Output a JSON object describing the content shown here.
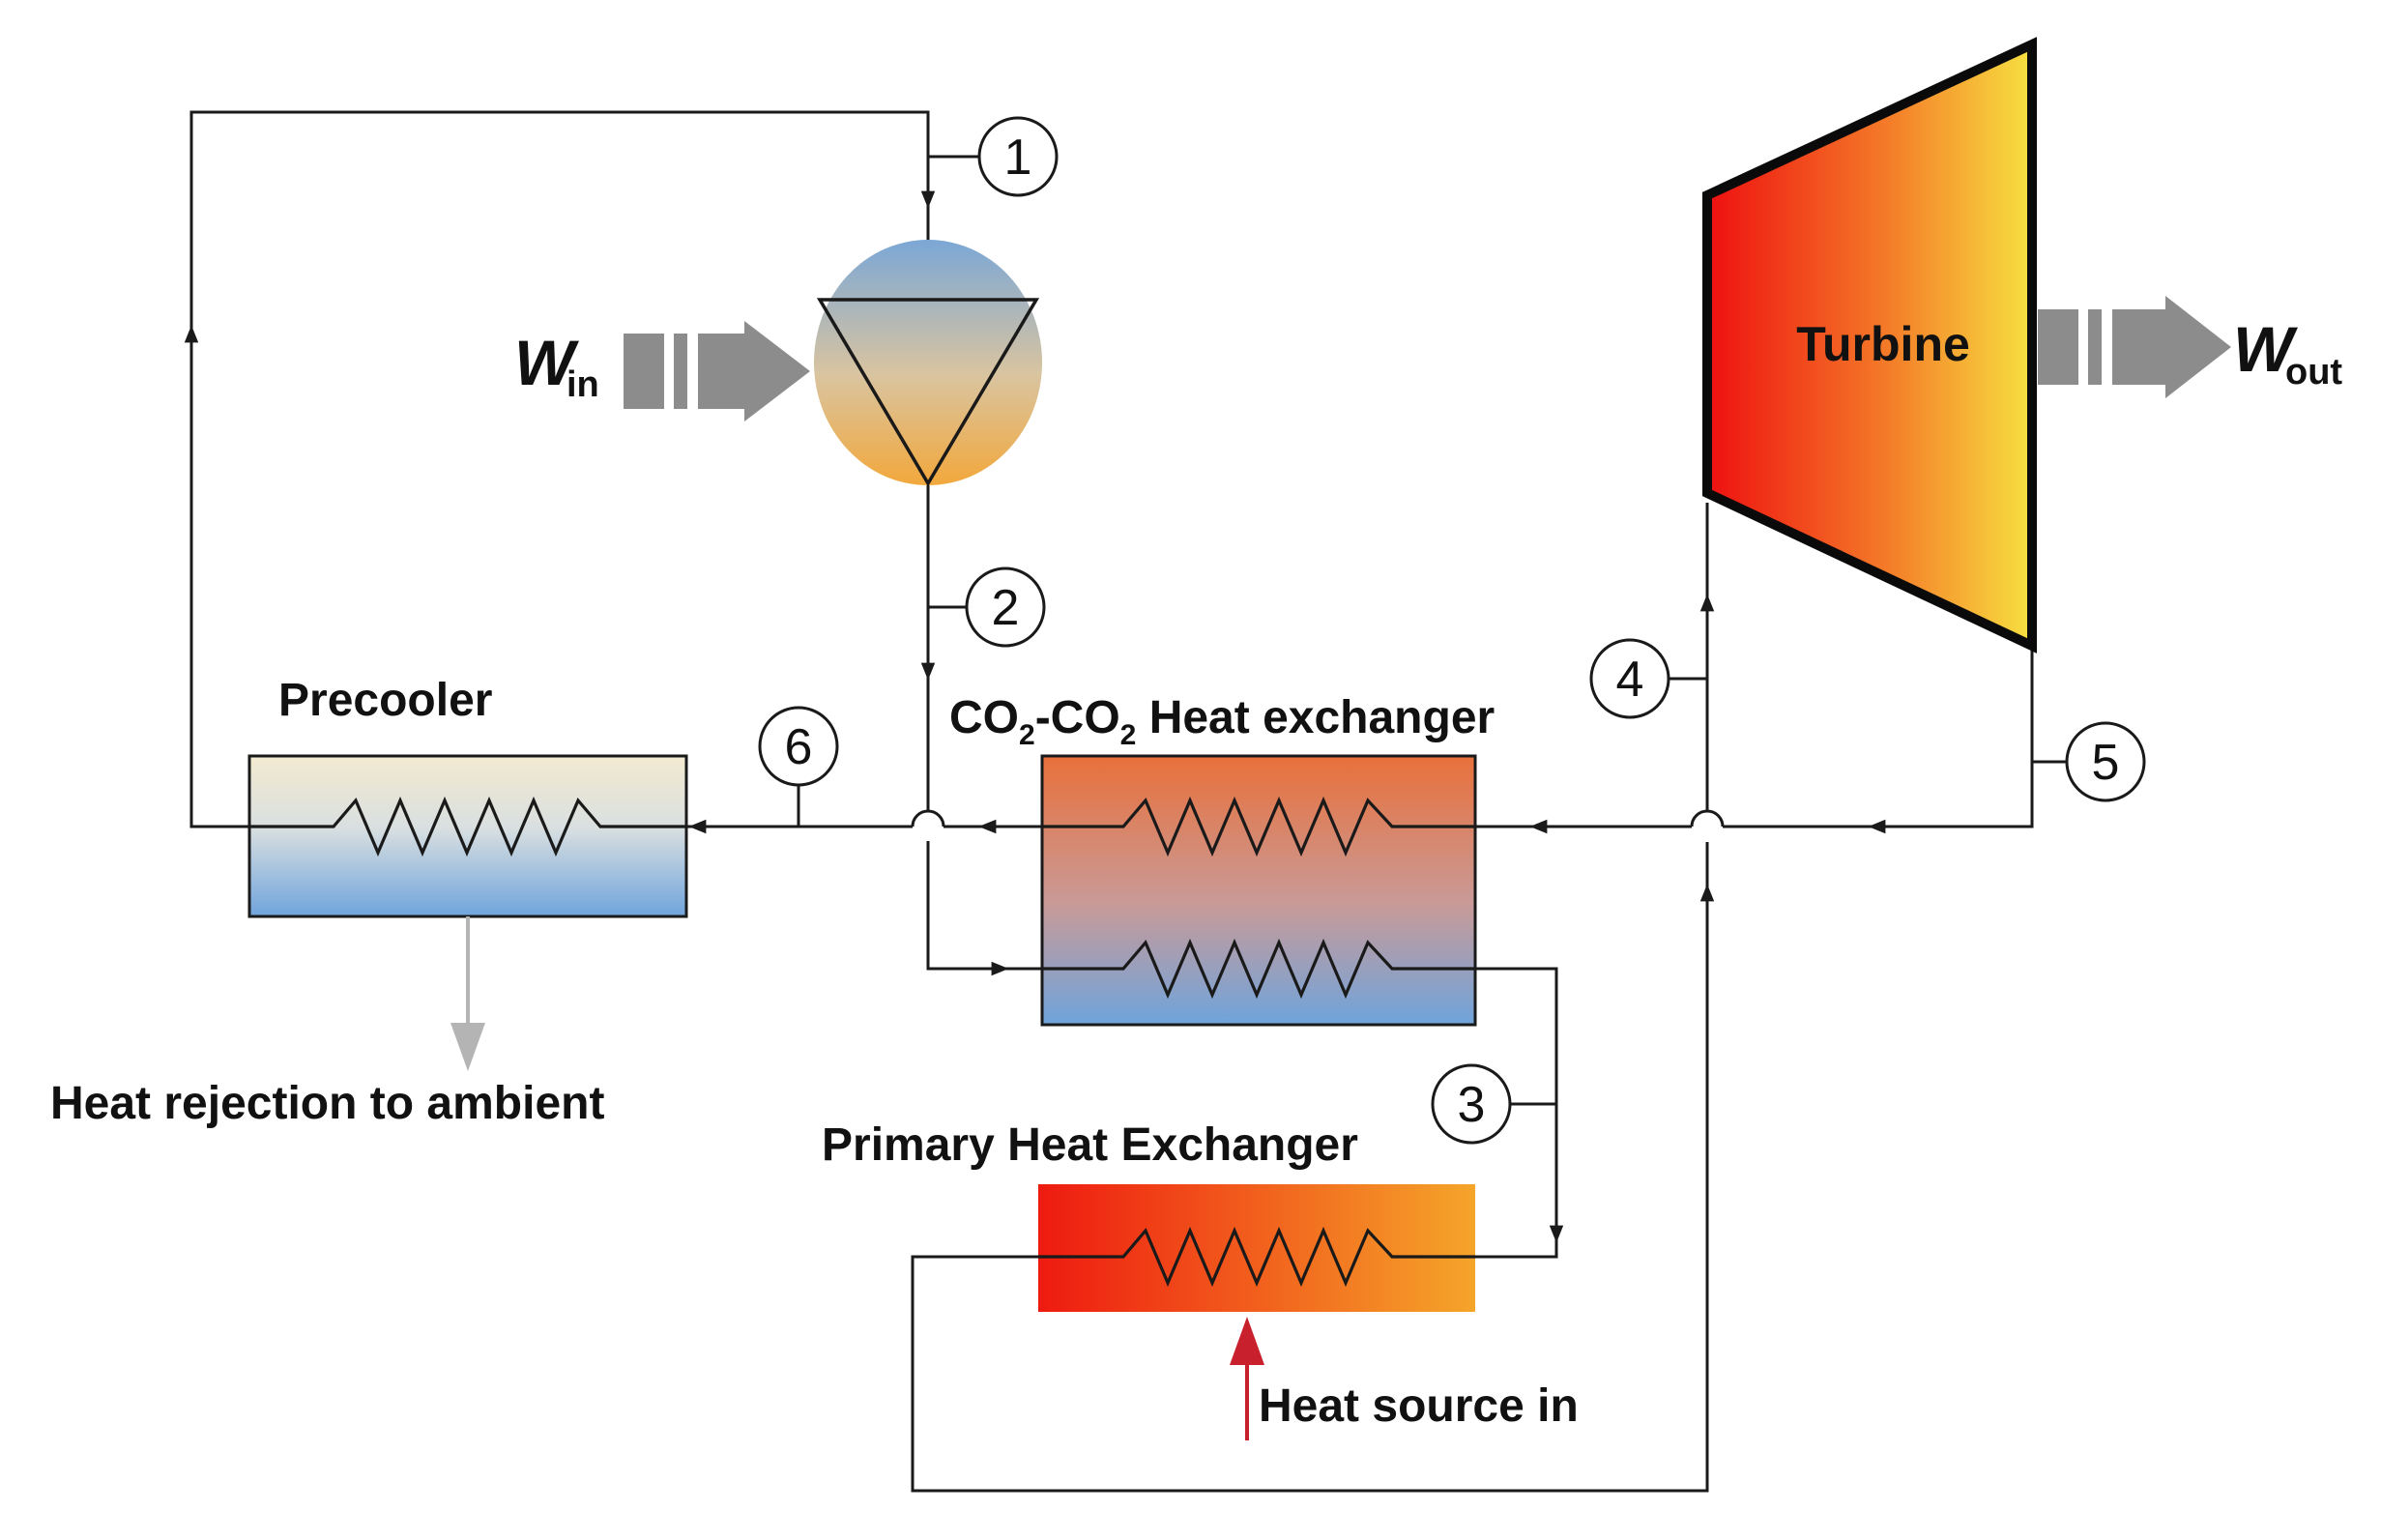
{
  "labels": {
    "precooler": "Precooler",
    "hx_co2_prefix": "CO",
    "hx_sub1": "2",
    "hx_dash": "-CO",
    "hx_sub2": "2",
    "hx_rest": " Heat exchanger",
    "primary_hx": "Primary Heat Exchanger",
    "turbine": "Turbine",
    "heat_rejection": "Heat rejection to ambient",
    "heat_source": "Heat source in"
  },
  "work": {
    "in_symbol": "W",
    "in_sub": "in",
    "out_symbol": "W",
    "out_sub": "out"
  },
  "states": [
    "1",
    "2",
    "3",
    "4",
    "5",
    "6"
  ],
  "colors": {
    "arrow_gray": "#8c8c8c",
    "heat_rejection_arrow": "#b4b4b4",
    "heat_source_arrow": "#c8202c",
    "turbine_hot": "#ee1010",
    "turbine_cool": "#f7e040"
  }
}
